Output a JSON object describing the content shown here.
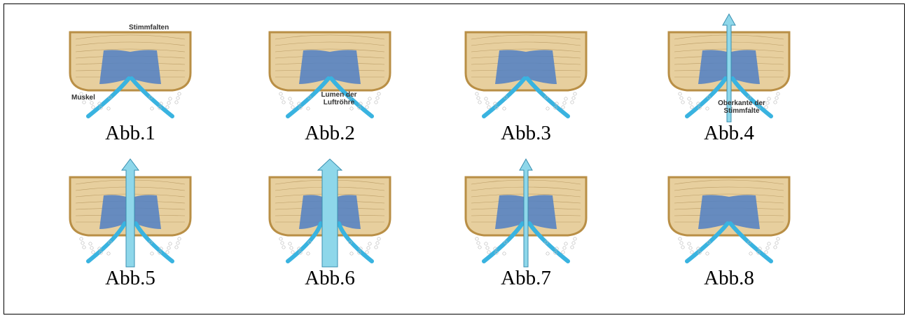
{
  "figure": {
    "captions": [
      "Abb.1",
      "Abb.2",
      "Abb.3",
      "Abb.4",
      "Abb.5",
      "Abb.6",
      "Abb.7",
      "Abb.8"
    ],
    "labels": {
      "stimmfalten": "Stimmfalten",
      "muskel": "Muskel",
      "lumen": "Lumen der Luftröhre",
      "oberkante": "Oberkante der Stimmfalte"
    },
    "colors": {
      "cartilage_fill": "#e7cf9e",
      "cartilage_stroke": "#b98f46",
      "fold_blue": "#4f7fc4",
      "airway_blue": "#39b3e0",
      "air_arrow": "#8ed7ea"
    }
  }
}
